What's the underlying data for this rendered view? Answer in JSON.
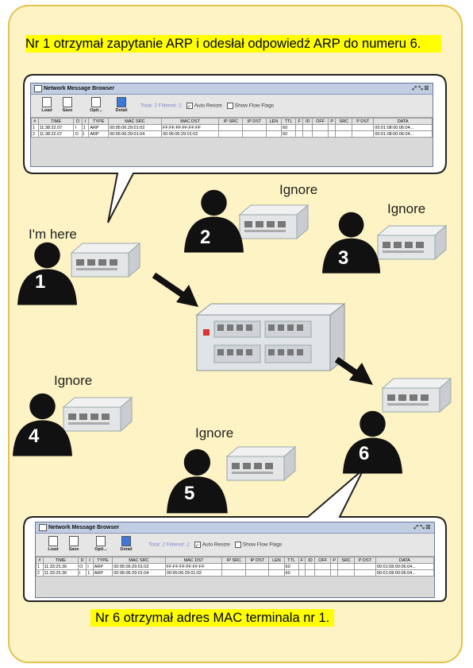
{
  "captions": {
    "top": "Nr 1 otrzymał zapytanie ARP i odesłał odpowiedź ARP do numeru 6.",
    "bottom": "Nr 6 otrzymał adres MAC terminala nr 1."
  },
  "labels": {
    "im_here": "I'm here",
    "ignore": "Ignore"
  },
  "terminals": [
    "1",
    "2",
    "3",
    "4",
    "5",
    "6"
  ],
  "window": {
    "title": "Network Message Browser",
    "buttons": [
      "Load",
      "Save",
      "Opti...",
      "Detail"
    ],
    "total": "Total: 2",
    "filtered": "Filtered: 2",
    "auto_resize": "Auto Resize",
    "show_flow_flags": "Show Flow Flags",
    "columns": [
      "#",
      "TIME",
      "D",
      "I",
      "TYPE",
      "MAC SRC",
      "MAC DST",
      "IP SRC",
      "IP DST",
      "LEN",
      "TTL",
      "F",
      "ID",
      "OFF",
      "P",
      "SRC",
      "P DST",
      "DATA"
    ]
  },
  "top_window_rows": [
    [
      "1",
      "11:38:22.07",
      "I",
      "1",
      "ARP",
      "00:95:06:29:01:02",
      "FF:FF:FF:FF:FF:FF",
      "",
      "",
      "",
      "60",
      "",
      "",
      "",
      "",
      "",
      "",
      "00:01:08:00:06:04..."
    ],
    [
      "2",
      "11:38:22.07",
      "O",
      "I",
      "ARP",
      "00:95:06:29:01:04",
      "00:95:06:29:01:02",
      "",
      "",
      "",
      "60",
      "",
      "",
      "",
      "",
      "",
      "",
      "00:01:08:00:06:04..."
    ]
  ],
  "bottom_window_rows": [
    [
      "1",
      "11:33:25.36",
      "O",
      "I",
      "ARP",
      "00:95:06:29:01:02",
      "FF:FF:FF:FF:FF:FF",
      "",
      "",
      "",
      "60",
      "",
      "",
      "",
      "",
      "",
      "",
      "00:01:08:00:06:04..."
    ],
    [
      "2",
      "11:33:25.36",
      "I",
      "1",
      "ARP",
      "00:95:06:29:01:04",
      "00:95:06:29:01:02",
      "",
      "",
      "",
      "60",
      "",
      "",
      "",
      "",
      "",
      "",
      "00:01:08:00:06:04..."
    ]
  ]
}
